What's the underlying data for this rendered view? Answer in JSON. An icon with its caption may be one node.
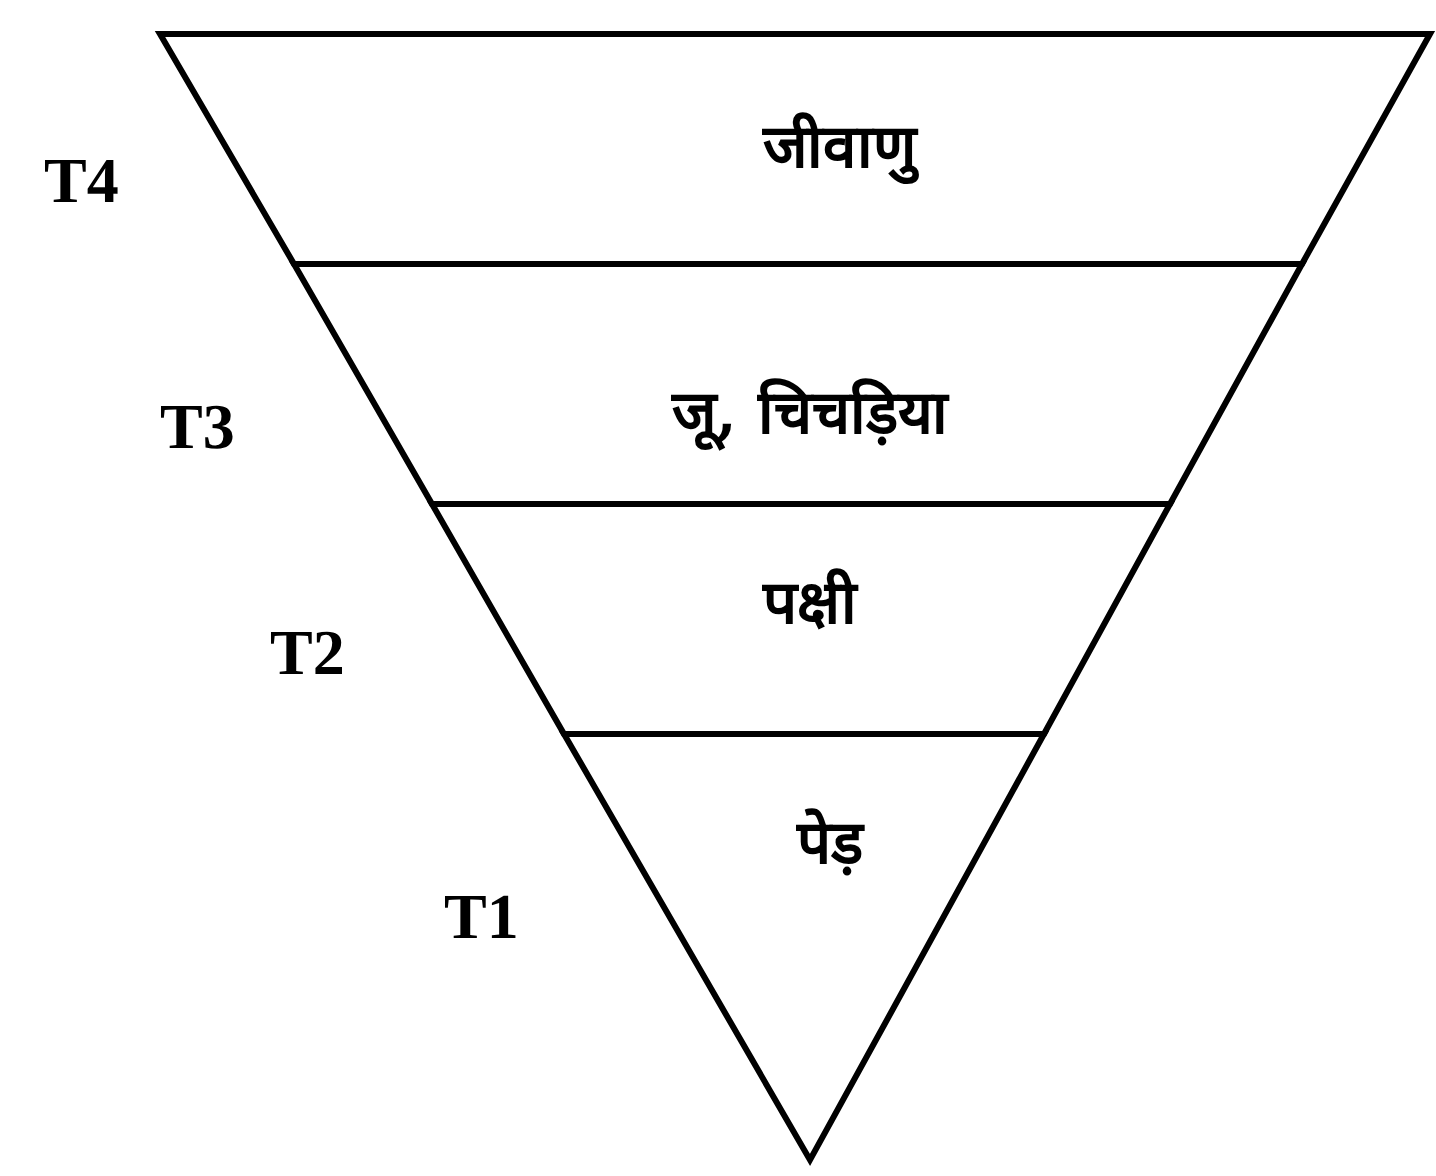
{
  "diagram": {
    "nodes": [
      {
        "text": [
          "जीवाणु"
        ],
        "beside": [
          "T4"
        ]
      },
      {
        "text": [
          "जू, चिचड़िया"
        ],
        "beside": [
          "T3"
        ]
      },
      {
        "text": [
          "पक्षी"
        ],
        "beside": [
          "T2"
        ]
      },
      {
        "text": [
          "पेड़"
        ],
        "beside": [
          "T1"
        ]
      }
    ]
  }
}
